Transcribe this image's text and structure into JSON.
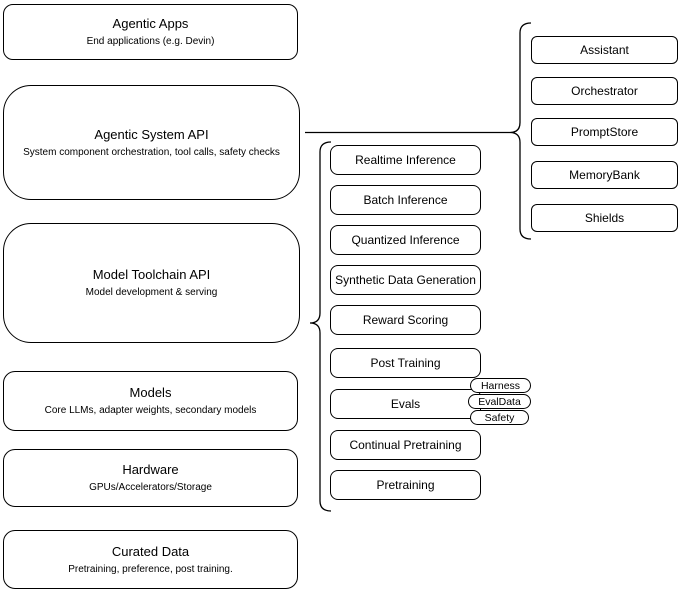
{
  "palette": {
    "stroke": "#000000",
    "fill": "#ffffff",
    "text": "#000000"
  },
  "left_stack": {
    "boxes": [
      {
        "title": "Agentic Apps",
        "subtitle": "End applications (e.g. Devin)"
      },
      {
        "title": "Agentic System API",
        "subtitle": "System component orchestration, tool calls, safety checks"
      },
      {
        "title": "Model Toolchain API",
        "subtitle": "Model development & serving"
      },
      {
        "title": "Models",
        "subtitle": "Core LLMs, adapter weights, secondary models"
      },
      {
        "title": "Hardware",
        "subtitle": "GPUs/Accelerators/Storage"
      },
      {
        "title": "Curated Data",
        "subtitle": "Pretraining, preference, post training."
      }
    ]
  },
  "toolchain_stack": {
    "items": [
      "Realtime Inference",
      "Batch Inference",
      "Quantized Inference",
      "Synthetic Data Generation",
      "Reward Scoring",
      "Post Training",
      "Evals",
      "Continual Pretraining",
      "Pretraining"
    ]
  },
  "evals_tags": [
    "Harness",
    "EvalData",
    "Safety"
  ],
  "system_stack": {
    "items": [
      "Assistant",
      "Orchestrator",
      "PromptStore",
      "MemoryBank",
      "Shields"
    ]
  }
}
